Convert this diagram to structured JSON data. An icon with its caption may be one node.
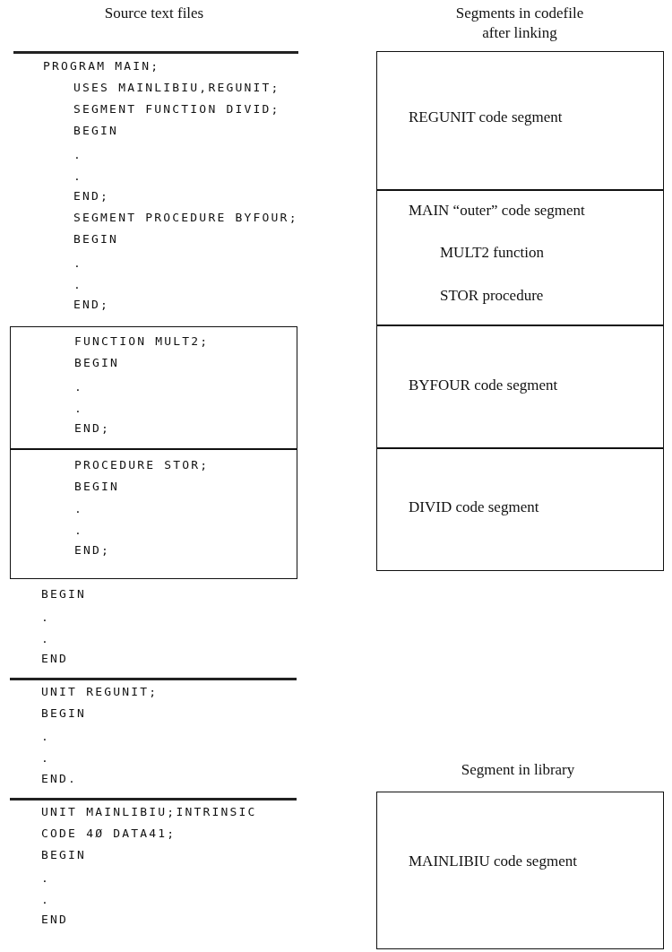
{
  "diagram": {
    "nodes": [
      {
        "text": [
          "FUNCTION MULT2;",
          "BEGIN",
          ".",
          ".",
          "END;"
        ]
      },
      {
        "text": [
          "PROCEDURE STOR;",
          "BEGIN",
          ".",
          ".",
          "END;"
        ]
      },
      {
        "text": [
          "REGUNIT code segment"
        ]
      },
      {
        "text": [
          "MAIN “outer” code segment",
          "MULT2 function",
          "STOR procedure"
        ]
      },
      {
        "text": [
          "BYFOUR code segment"
        ]
      },
      {
        "text": [
          "DIVID code segment"
        ]
      },
      {
        "text": [
          "MAINLIBIU code segment"
        ]
      }
    ],
    "labels": [
      "Source text files",
      "Segments in codefile after linking",
      "PROGRAM MAIN;",
      "USES MAINLIBIU,REGUNIT;",
      "SEGMENT FUNCTION DIVID;",
      "BEGIN",
      ".",
      ".",
      "END;",
      "SEGMENT PROCEDURE BYFOUR;",
      "BEGIN",
      ".",
      ".",
      "END;",
      "BEGIN",
      ".",
      ".",
      "END",
      "UNIT REGUNIT;",
      "BEGIN",
      ".",
      ".",
      "END.",
      "Segment in library",
      "UNIT MAINLIBIU;INTRINSIC",
      "CODE 4Ø DATA41;",
      "BEGIN",
      ".",
      ".",
      "END"
    ]
  }
}
